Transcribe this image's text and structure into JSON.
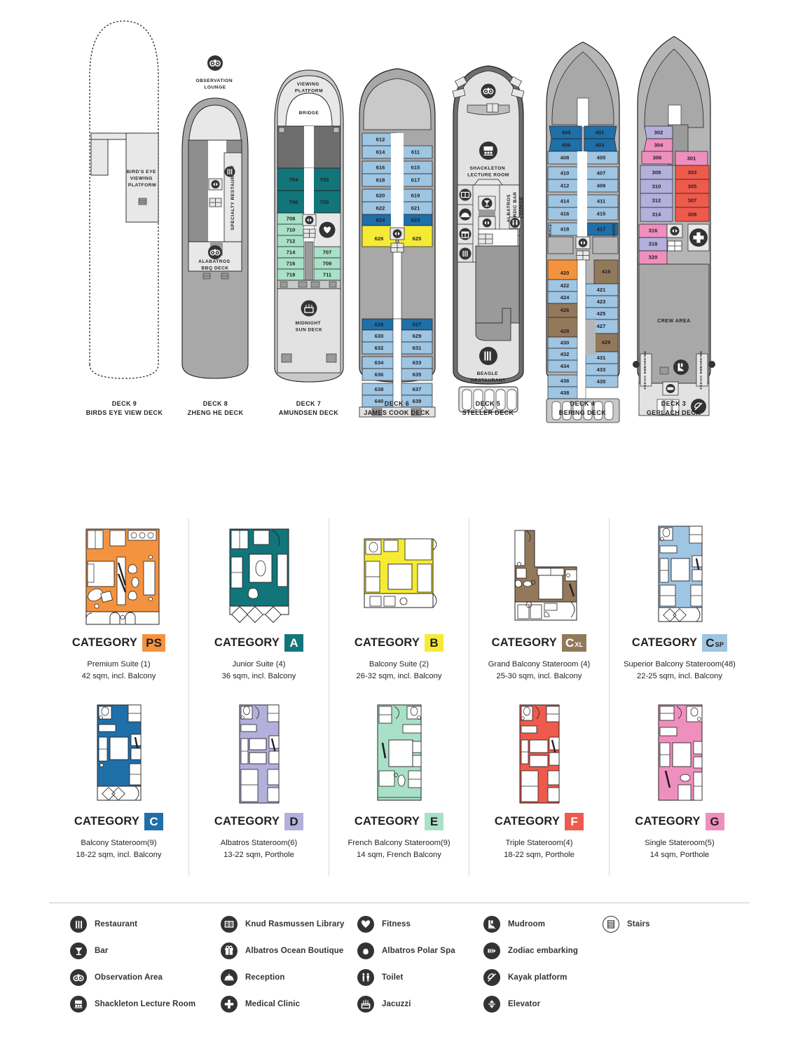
{
  "decks": [
    {
      "id": "deck9",
      "number": "DECK 9",
      "name": "BIRDS EYE VIEW DECK",
      "rooms": [
        {
          "label": "BIRD'S EYE\nVIEWING\nPLATFORM"
        }
      ],
      "cabins": []
    },
    {
      "id": "deck8",
      "number": "DECK 8",
      "name": "ZHENG HE DECK",
      "rooms": [
        {
          "label": "OBSERVATION\nLOUNGE"
        },
        {
          "label": "SPECIALTY RESTAURANT"
        },
        {
          "label": "ALABATROS\nBBQ DECK"
        }
      ],
      "cabins": []
    },
    {
      "id": "deck7",
      "number": "DECK 7",
      "name": "AMUNDSEN DECK",
      "rooms": [
        {
          "label": "VIEWING\nPLATFORM"
        },
        {
          "label": "BRIDGE"
        },
        {
          "label": "MIDNIGHT\nSUN DECK"
        }
      ],
      "cabins": [
        {
          "n": "704",
          "cat": "A"
        },
        {
          "n": "703",
          "cat": "A"
        },
        {
          "n": "706",
          "cat": "A"
        },
        {
          "n": "705",
          "cat": "A"
        },
        {
          "n": "708",
          "cat": "E"
        },
        {
          "n": "710",
          "cat": "E"
        },
        {
          "n": "712",
          "cat": "E"
        },
        {
          "n": "714",
          "cat": "E"
        },
        {
          "n": "716",
          "cat": "E"
        },
        {
          "n": "718",
          "cat": "E"
        },
        {
          "n": "707",
          "cat": "E"
        },
        {
          "n": "709",
          "cat": "E"
        },
        {
          "n": "711",
          "cat": "E"
        }
      ]
    },
    {
      "id": "deck6",
      "number": "DECK 6",
      "name": "JAMES COOK DECK",
      "rooms": [],
      "cabins": [
        {
          "n": "612",
          "cat": "CSP"
        },
        {
          "n": "614",
          "cat": "CSP"
        },
        {
          "n": "611",
          "cat": "CSP"
        },
        {
          "n": "616",
          "cat": "CSP"
        },
        {
          "n": "615",
          "cat": "CSP"
        },
        {
          "n": "618",
          "cat": "CSP"
        },
        {
          "n": "617",
          "cat": "CSP"
        },
        {
          "n": "620",
          "cat": "CSP"
        },
        {
          "n": "619",
          "cat": "CSP"
        },
        {
          "n": "622",
          "cat": "CSP"
        },
        {
          "n": "621",
          "cat": "CSP"
        },
        {
          "n": "624",
          "cat": "C"
        },
        {
          "n": "623",
          "cat": "C"
        },
        {
          "n": "626",
          "cat": "B"
        },
        {
          "n": "625",
          "cat": "B"
        },
        {
          "n": "628",
          "cat": "C"
        },
        {
          "n": "627",
          "cat": "C"
        },
        {
          "n": "630",
          "cat": "CSP"
        },
        {
          "n": "629",
          "cat": "CSP"
        },
        {
          "n": "632",
          "cat": "CSP"
        },
        {
          "n": "631",
          "cat": "CSP"
        },
        {
          "n": "634",
          "cat": "CSP"
        },
        {
          "n": "633",
          "cat": "CSP"
        },
        {
          "n": "636",
          "cat": "CSP"
        },
        {
          "n": "635",
          "cat": "CSP"
        },
        {
          "n": "638",
          "cat": "CSP"
        },
        {
          "n": "637",
          "cat": "CSP"
        },
        {
          "n": "640",
          "cat": "CSP"
        },
        {
          "n": "639",
          "cat": "CSP"
        }
      ]
    },
    {
      "id": "deck5",
      "number": "DECK 5",
      "name": "STELLER DECK",
      "rooms": [
        {
          "label": "SHACKLETON\nLECTURE ROOM"
        },
        {
          "label": "ALBATROS\nNORDIC BAR\nLOUNGE"
        },
        {
          "label": "BEAGLE\nRESTAURANT"
        }
      ],
      "cabins": []
    },
    {
      "id": "deck4",
      "number": "DECK 4",
      "name": "BERING DECK",
      "rooms": [
        {
          "label": "ENTRANCE"
        },
        {
          "label": "ENTRANCE"
        }
      ],
      "cabins": [
        {
          "n": "404",
          "cat": "C"
        },
        {
          "n": "401",
          "cat": "C"
        },
        {
          "n": "406",
          "cat": "C"
        },
        {
          "n": "403",
          "cat": "C"
        },
        {
          "n": "408",
          "cat": "CSP"
        },
        {
          "n": "405",
          "cat": "CSP"
        },
        {
          "n": "410",
          "cat": "CSP"
        },
        {
          "n": "407",
          "cat": "CSP"
        },
        {
          "n": "412",
          "cat": "CSP"
        },
        {
          "n": "409",
          "cat": "CSP"
        },
        {
          "n": "414",
          "cat": "CSP"
        },
        {
          "n": "411",
          "cat": "CSP"
        },
        {
          "n": "416",
          "cat": "CSP"
        },
        {
          "n": "415",
          "cat": "CSP"
        },
        {
          "n": "418",
          "cat": "CSP"
        },
        {
          "n": "417",
          "cat": "C"
        },
        {
          "n": "420",
          "cat": "PS"
        },
        {
          "n": "419",
          "cat": "CXL"
        },
        {
          "n": "422",
          "cat": "CSP"
        },
        {
          "n": "421",
          "cat": "CSP"
        },
        {
          "n": "424",
          "cat": "CSP"
        },
        {
          "n": "423",
          "cat": "CSP"
        },
        {
          "n": "426",
          "cat": "CXL"
        },
        {
          "n": "425",
          "cat": "CSP"
        },
        {
          "n": "427",
          "cat": "CSP"
        },
        {
          "n": "428",
          "cat": "CXL"
        },
        {
          "n": "429",
          "cat": "CXL"
        },
        {
          "n": "430",
          "cat": "CSP"
        },
        {
          "n": "432",
          "cat": "CSP"
        },
        {
          "n": "431",
          "cat": "CSP"
        },
        {
          "n": "434",
          "cat": "CSP"
        },
        {
          "n": "433",
          "cat": "CSP"
        },
        {
          "n": "436",
          "cat": "CSP"
        },
        {
          "n": "435",
          "cat": "CSP"
        },
        {
          "n": "438",
          "cat": "CSP"
        }
      ]
    },
    {
      "id": "deck3",
      "number": "DECK 3",
      "name": "GERLACH DECK",
      "rooms": [
        {
          "label": "CREW AREA"
        },
        {
          "label": "ZODIAC EMBARKING"
        },
        {
          "label": "ZODIAC EMBARKING"
        }
      ],
      "cabins": [
        {
          "n": "302",
          "cat": "D"
        },
        {
          "n": "304",
          "cat": "G"
        },
        {
          "n": "301",
          "cat": "G"
        },
        {
          "n": "306",
          "cat": "G"
        },
        {
          "n": "303",
          "cat": "F"
        },
        {
          "n": "308",
          "cat": "D"
        },
        {
          "n": "305",
          "cat": "F"
        },
        {
          "n": "310",
          "cat": "D"
        },
        {
          "n": "307",
          "cat": "F"
        },
        {
          "n": "312",
          "cat": "D"
        },
        {
          "n": "309",
          "cat": "F"
        },
        {
          "n": "314",
          "cat": "D"
        },
        {
          "n": "316",
          "cat": "G"
        },
        {
          "n": "318",
          "cat": "D"
        },
        {
          "n": "320",
          "cat": "G"
        }
      ]
    }
  ],
  "categories": [
    {
      "key": "PS",
      "word": "CATEGORY",
      "code": "PS",
      "sub": "",
      "color": "#F4933F",
      "name": "Premium Suite (1)",
      "size": "42 sqm, incl. Balcony"
    },
    {
      "key": "A",
      "word": "CATEGORY",
      "code": "A",
      "sub": "",
      "color": "#11757A",
      "name": "Junior Suite (4)",
      "size": "36 sqm, incl. Balcony"
    },
    {
      "key": "B",
      "word": "CATEGORY",
      "code": "B",
      "sub": "",
      "color": "#F5EB35",
      "name": "Balcony Suite (2)",
      "size": "26-32 sqm, incl. Balcony"
    },
    {
      "key": "CXL",
      "word": "CATEGORY",
      "code": "C",
      "sub": "XL",
      "color": "#93795B",
      "name": "Grand Balcony Stateroom (4)",
      "size": "25-30 sqm, incl. Balcony"
    },
    {
      "key": "CSP",
      "word": "CATEGORY",
      "code": "C",
      "sub": "SP",
      "color": "#9EC5E2",
      "name": "Superior Balcony Stateroom(48)",
      "size": "22-25 sqm, incl. Balcony"
    },
    {
      "key": "C",
      "word": "CATEGORY",
      "code": "C",
      "sub": "",
      "color": "#1F6FA8",
      "name": "Balcony Stateroom(9)",
      "size": "18-22 sqm, incl. Balcony"
    },
    {
      "key": "D",
      "word": "CATEGORY",
      "code": "D",
      "sub": "",
      "color": "#B3B0DC",
      "name": "Albatros Stateroom(6)",
      "size": "13-22 sqm, Porthole"
    },
    {
      "key": "E",
      "word": "CATEGORY",
      "code": "E",
      "sub": "",
      "color": "#A8E0C8",
      "name": "French Balcony Stateroom(9)",
      "size": "14 sqm, French Balcony"
    },
    {
      "key": "F",
      "word": "CATEGORY",
      "code": "F",
      "sub": "",
      "color": "#EE5A4C",
      "name": "Triple Stateroom(4)",
      "size": "18-22 sqm, Porthole"
    },
    {
      "key": "G",
      "word": "CATEGORY",
      "code": "G",
      "sub": "",
      "color": "#EF8FBE",
      "name": "Single Stateroom(5)",
      "size": "14 sqm, Porthole"
    }
  ],
  "legend": {
    "col1": [
      {
        "icon": "restaurant-icon",
        "label": "Restaurant"
      },
      {
        "icon": "bar-icon",
        "label": "Bar"
      },
      {
        "icon": "observation-area-icon",
        "label": "Observation Area"
      },
      {
        "icon": "shackleton-lecture-room-icon",
        "label": "Shackleton Lecture Room"
      }
    ],
    "col2": [
      {
        "icon": "library-icon",
        "label": "Knud Rasmussen Library"
      },
      {
        "icon": "boutique-icon",
        "label": "Albatros Ocean Boutique"
      },
      {
        "icon": "reception-icon",
        "label": "Reception"
      },
      {
        "icon": "medical-clinic-icon",
        "label": "Medical Clinic"
      }
    ],
    "col3": [
      {
        "icon": "fitness-icon",
        "label": "Fitness"
      },
      {
        "icon": "polar-spa-icon",
        "label": "Albatros Polar Spa"
      },
      {
        "icon": "toilet-icon",
        "label": "Toilet"
      },
      {
        "icon": "jacuzzi-icon",
        "label": "Jacuzzi"
      }
    ],
    "col4": [
      {
        "icon": "mudroom-icon",
        "label": "Mudroom"
      },
      {
        "icon": "zodiac-embarking-icon",
        "label": "Zodiac embarking"
      },
      {
        "icon": "kayak-platform-icon",
        "label": "Kayak platform"
      },
      {
        "icon": "elevator-icon",
        "label": "Elevator"
      }
    ],
    "col5": [
      {
        "icon": "stairs-icon",
        "label": "Stairs"
      }
    ]
  }
}
